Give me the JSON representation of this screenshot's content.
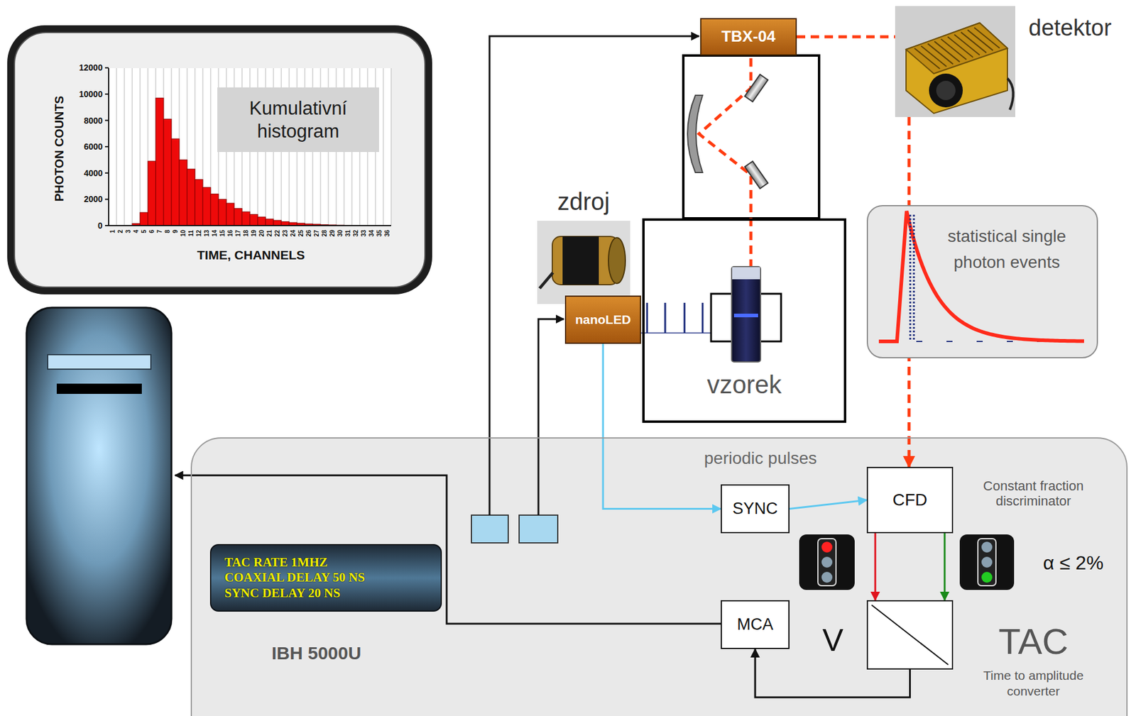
{
  "diagram": {
    "nodes": [
      {
        "text": [
          "Kumulativní histogram"
        ]
      },
      {
        "text": [
          "TBX-04"
        ]
      },
      {
        "text": [
          "detektor"
        ]
      },
      {
        "text": [
          "nanoLED"
        ]
      },
      {
        "text": [
          "vzorek"
        ]
      },
      {
        "text": [
          "statistical single photon events"
        ]
      },
      {
        "text": [
          "IBH 5000U"
        ]
      },
      {
        "text": [
          "TAC RATE 1MHZ",
          "COAXIAL DELAY 50 NS",
          "SYNC DELAY 20 NS"
        ],
        "in": 6
      },
      {
        "text": [
          "SYNC"
        ],
        "in": 6
      },
      {
        "text": [
          "CFD"
        ],
        "in": 6
      },
      {
        "text": [
          "MCA"
        ],
        "in": 6
      },
      {
        "text": [
          "TAC",
          "Time to amplitude converter"
        ],
        "in": 6
      }
    ],
    "edges": [
      {
        "from": 1,
        "to": 2,
        "arrow": "none"
      },
      {
        "from": 2,
        "to": 9,
        "arrow": "to"
      },
      {
        "from": 3,
        "to": 8,
        "arrow": "to"
      },
      {
        "from": 8,
        "to": 9,
        "arrow": "to"
      },
      {
        "from": 9,
        "to": 11,
        "arrow": "to"
      },
      {
        "from": 9,
        "to": 11,
        "arrow": "to"
      },
      {
        "from": 11,
        "to": 10,
        "arrow": "to"
      }
    ],
    "labels": [
      "zdroj",
      "periodic pulses",
      "Constant fraction discriminator",
      "V",
      "α ≤ 2%",
      "PHOTON COUNTS",
      "TIME, CHANNELS",
      "0",
      "2000",
      "4000",
      "6000",
      "8000",
      "10000",
      "12000",
      "1",
      "2",
      "3",
      "4",
      "5",
      "6",
      "7",
      "8",
      "9",
      "10",
      "11",
      "12",
      "13",
      "14",
      "15",
      "16",
      "17",
      "18",
      "19",
      "20",
      "21",
      "22",
      "23",
      "24",
      "25",
      "26",
      "27",
      "28",
      "29",
      "30",
      "31",
      "32",
      "33",
      "34",
      "35",
      "36"
    ]
  }
}
